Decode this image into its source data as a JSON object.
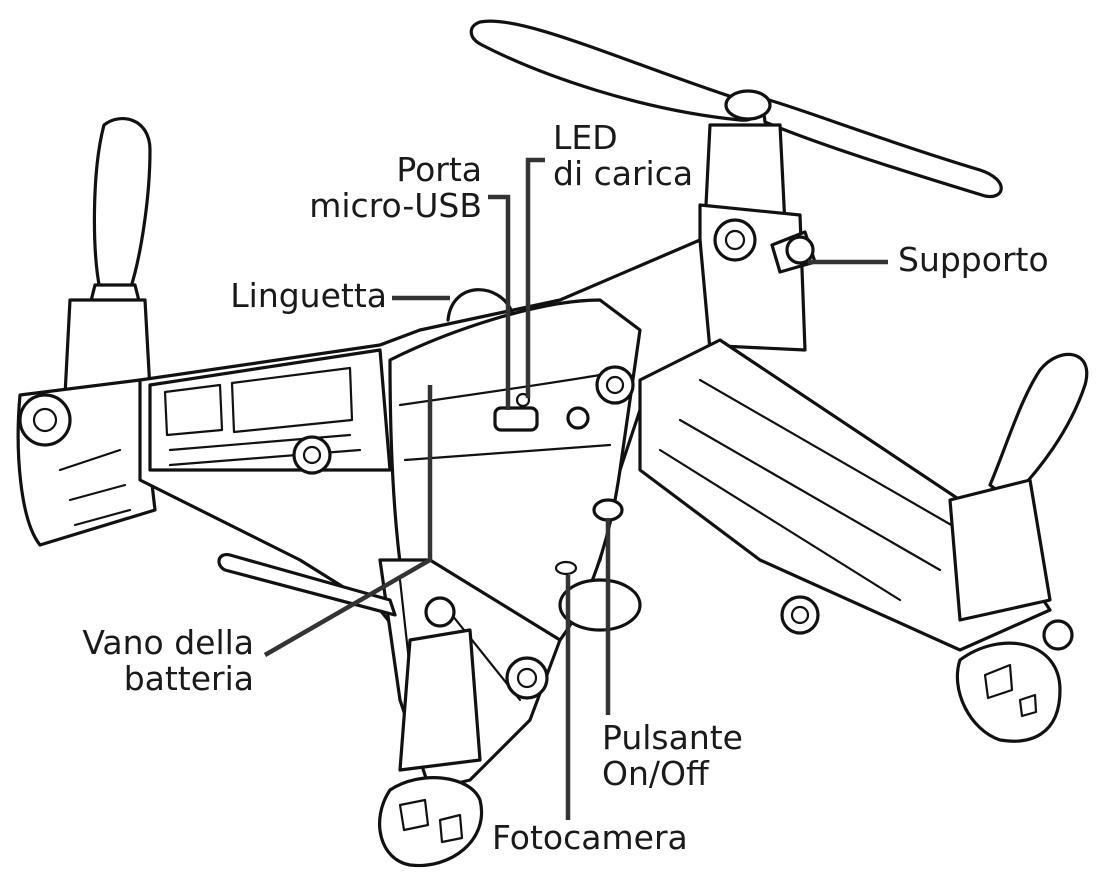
{
  "labels": {
    "led_line1": "LED",
    "led_line2": "di carica",
    "porta_line1": "Porta",
    "porta_line2": "micro-USB",
    "supporto": "Supporto",
    "linguetta": "Linguetta",
    "vano_line1": "Vano della",
    "vano_line2": "batteria",
    "pulsante_line1": "Pulsante",
    "pulsante_line2": "On/Off",
    "fotocamera": "Fotocamera"
  },
  "colors": {
    "ink": "#111111",
    "leader": "#333333",
    "text": "#1a1a1a",
    "background": "#ffffff"
  }
}
